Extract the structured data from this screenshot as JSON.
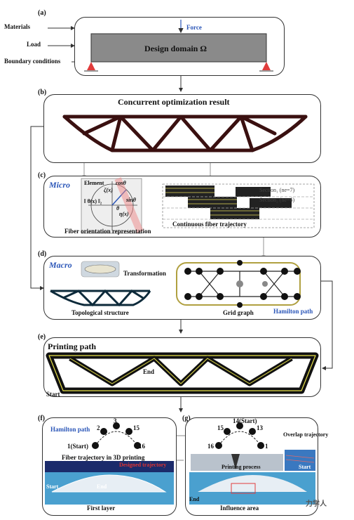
{
  "panel_a": {
    "label": "(a)",
    "inputs": [
      "Materials",
      "Load",
      "Boundary conditions"
    ],
    "force": "Force",
    "domain": "Design domain Ω"
  },
  "panel_b": {
    "label": "(b)",
    "title": "Concurrent optimization result"
  },
  "panel_c": {
    "label": "(c)",
    "title": "Micro",
    "element": "Element",
    "zeta": "ζ(x)",
    "cos": "cosθ",
    "sin": "sinθ",
    "eta": "η(x)",
    "theta": "θ",
    "norm": "‖ θ(x) ‖₂",
    "fiber_rep": "Fiber orientation representation",
    "section1": "Section₁ (ne=7)",
    "section2": "Section₂ (ne=6)",
    "continuous": "Continuous fiber trajectory"
  },
  "panel_d": {
    "label": "(d)",
    "title": "Macro",
    "transformation": "Transformation",
    "topo": "Topological structure",
    "grid": "Grid graph",
    "hamilton": "Hamilton path"
  },
  "panel_e": {
    "label": "(e)",
    "title": "Printing path",
    "end": "End",
    "start": "Start"
  },
  "panel_f": {
    "label": "(f)",
    "hamilton": "Hamilton path",
    "nodes": [
      "1(Start)",
      "2",
      "3",
      "15",
      "16"
    ],
    "fiber3d": "Fiber trajectory in 3D printing",
    "designed": "Designed trajectory",
    "start": "Start",
    "end": "End",
    "first_layer": "First layer"
  },
  "panel_g": {
    "label": "(g)",
    "nodes": [
      "16",
      "15",
      "14(Start)",
      "13",
      "1"
    ],
    "overlap": "Overlap trajectory",
    "printing": "Printing process",
    "start": "Start",
    "end": "End",
    "influence": "Influence area"
  },
  "watermark": "力学人"
}
